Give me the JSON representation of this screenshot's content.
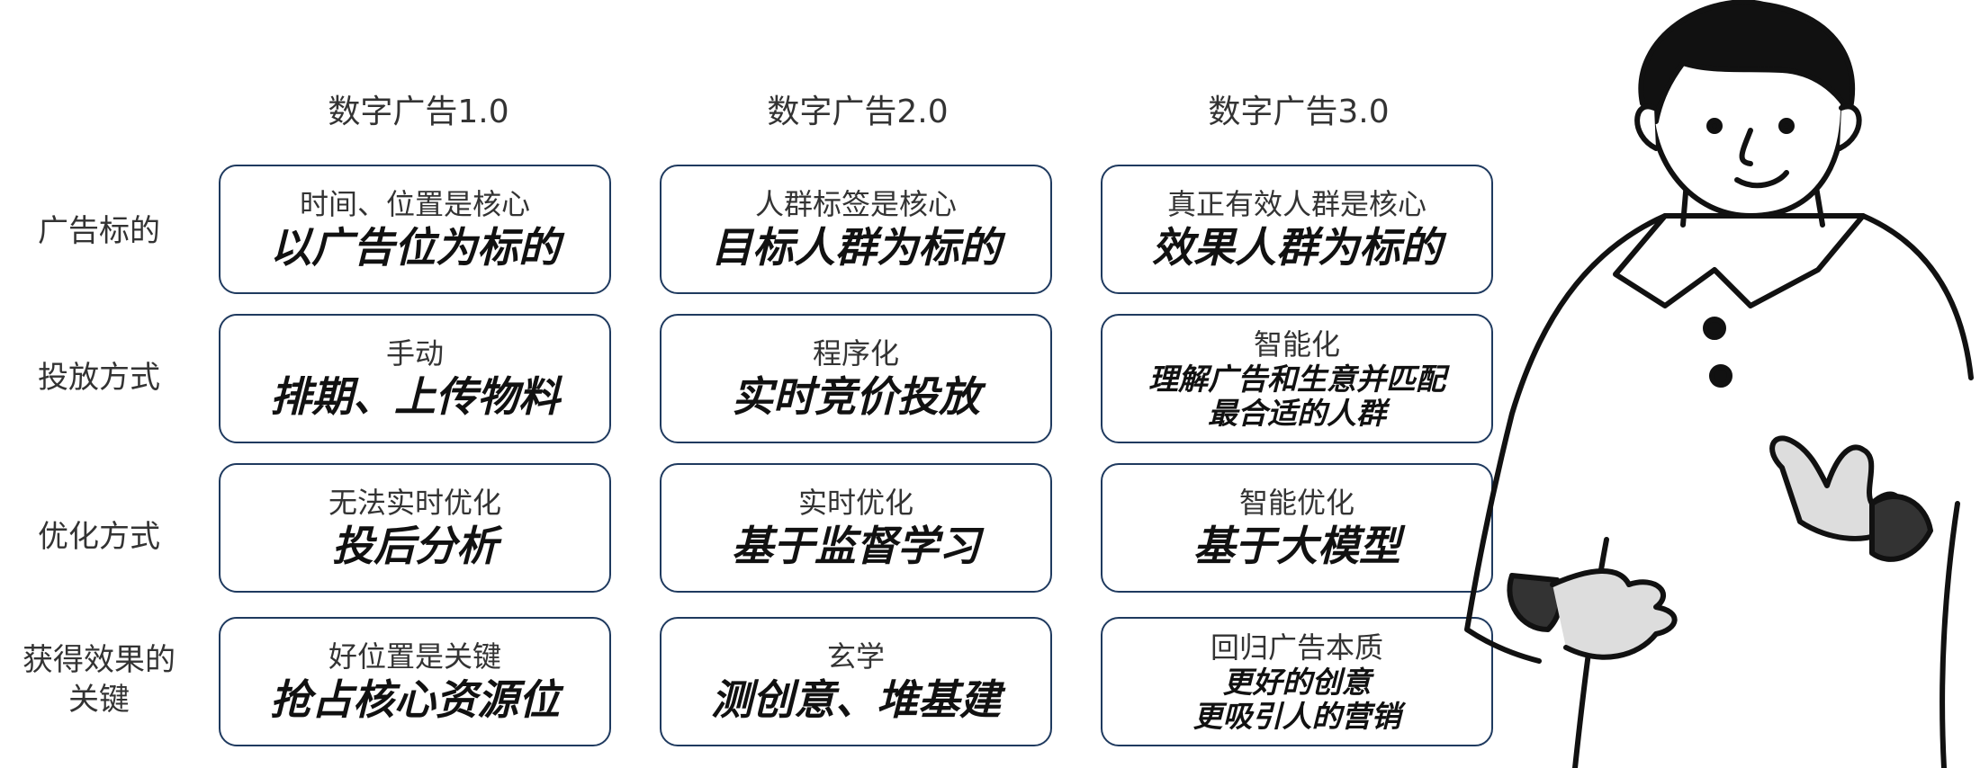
{
  "columns": [
    "数字广告1.0",
    "数字广告2.0",
    "数字广告3.0"
  ],
  "rows": [
    {
      "label": [
        "广告标的"
      ],
      "cells": [
        {
          "sub": "时间、位置是核心",
          "main": [
            "以广告位为标的"
          ]
        },
        {
          "sub": "人群标签是核心",
          "main": [
            "目标人群为标的"
          ]
        },
        {
          "sub": "真正有效人群是核心",
          "main": [
            "效果人群为标的"
          ]
        }
      ]
    },
    {
      "label": [
        "投放方式"
      ],
      "cells": [
        {
          "sub": "手动",
          "main": [
            "排期、上传物料"
          ]
        },
        {
          "sub": "程序化",
          "main": [
            "实时竞价投放"
          ]
        },
        {
          "sub": "智能化",
          "main": [
            "理解广告和生意并匹配",
            "最合适的人群"
          ]
        }
      ]
    },
    {
      "label": [
        "优化方式"
      ],
      "cells": [
        {
          "sub": "无法实时优化",
          "main": [
            "投后分析"
          ]
        },
        {
          "sub": "实时优化",
          "main": [
            "基于监督学习"
          ]
        },
        {
          "sub": "智能优化",
          "main": [
            "基于大模型"
          ]
        }
      ]
    },
    {
      "label": [
        "获得效果的",
        "关键"
      ],
      "cells": [
        {
          "sub": "好位置是关键",
          "main": [
            "抢占核心资源位"
          ]
        },
        {
          "sub": "玄学",
          "main": [
            "测创意、堆基建"
          ]
        },
        {
          "sub": "回归广告本质",
          "main": [
            "更好的创意",
            "更吸引人的营销"
          ]
        }
      ]
    }
  ],
  "colors": {
    "border": "#1f3a5f",
    "text": "#222222"
  },
  "illustration": "cartoon-man-presenting"
}
